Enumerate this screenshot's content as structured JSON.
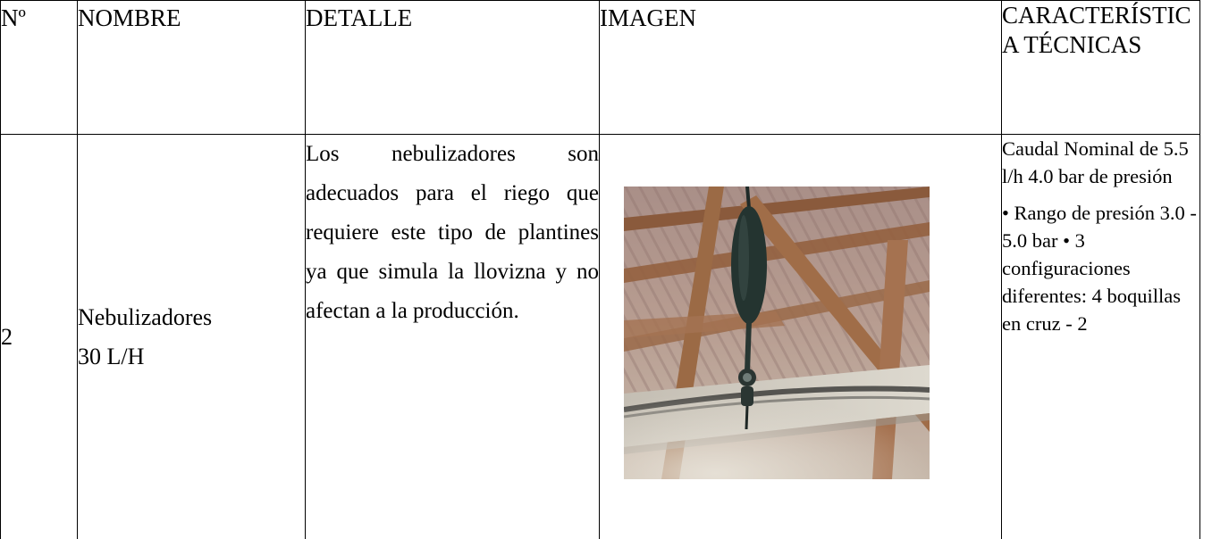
{
  "table": {
    "headers": {
      "num": "Nº",
      "name": "NOMBRE",
      "detail": "DETALLE",
      "image": "IMAGEN",
      "specs": "CARACTERÍSTICA TÉCNICAS"
    },
    "row": {
      "num": "2",
      "name_line1": "Nebulizadores",
      "name_line2": "30 L/H",
      "detail": "Los nebulizadores son adecuados para el riego que requiere este tipo de plantines ya que simula la llovizna y no afectan a la producción.",
      "image_icon": "nebulizer-photo",
      "specs_p1": "Caudal Nominal de 5.5 l/h 4.0 bar de presión",
      "specs_p2": "• Rango de presión 3.0 - 5.0 bar • 3 configuraciones diferentes: 4 boquillas en cruz - 2"
    }
  },
  "colors": {
    "border": "#000000",
    "text": "#000000",
    "background": "#ffffff"
  }
}
